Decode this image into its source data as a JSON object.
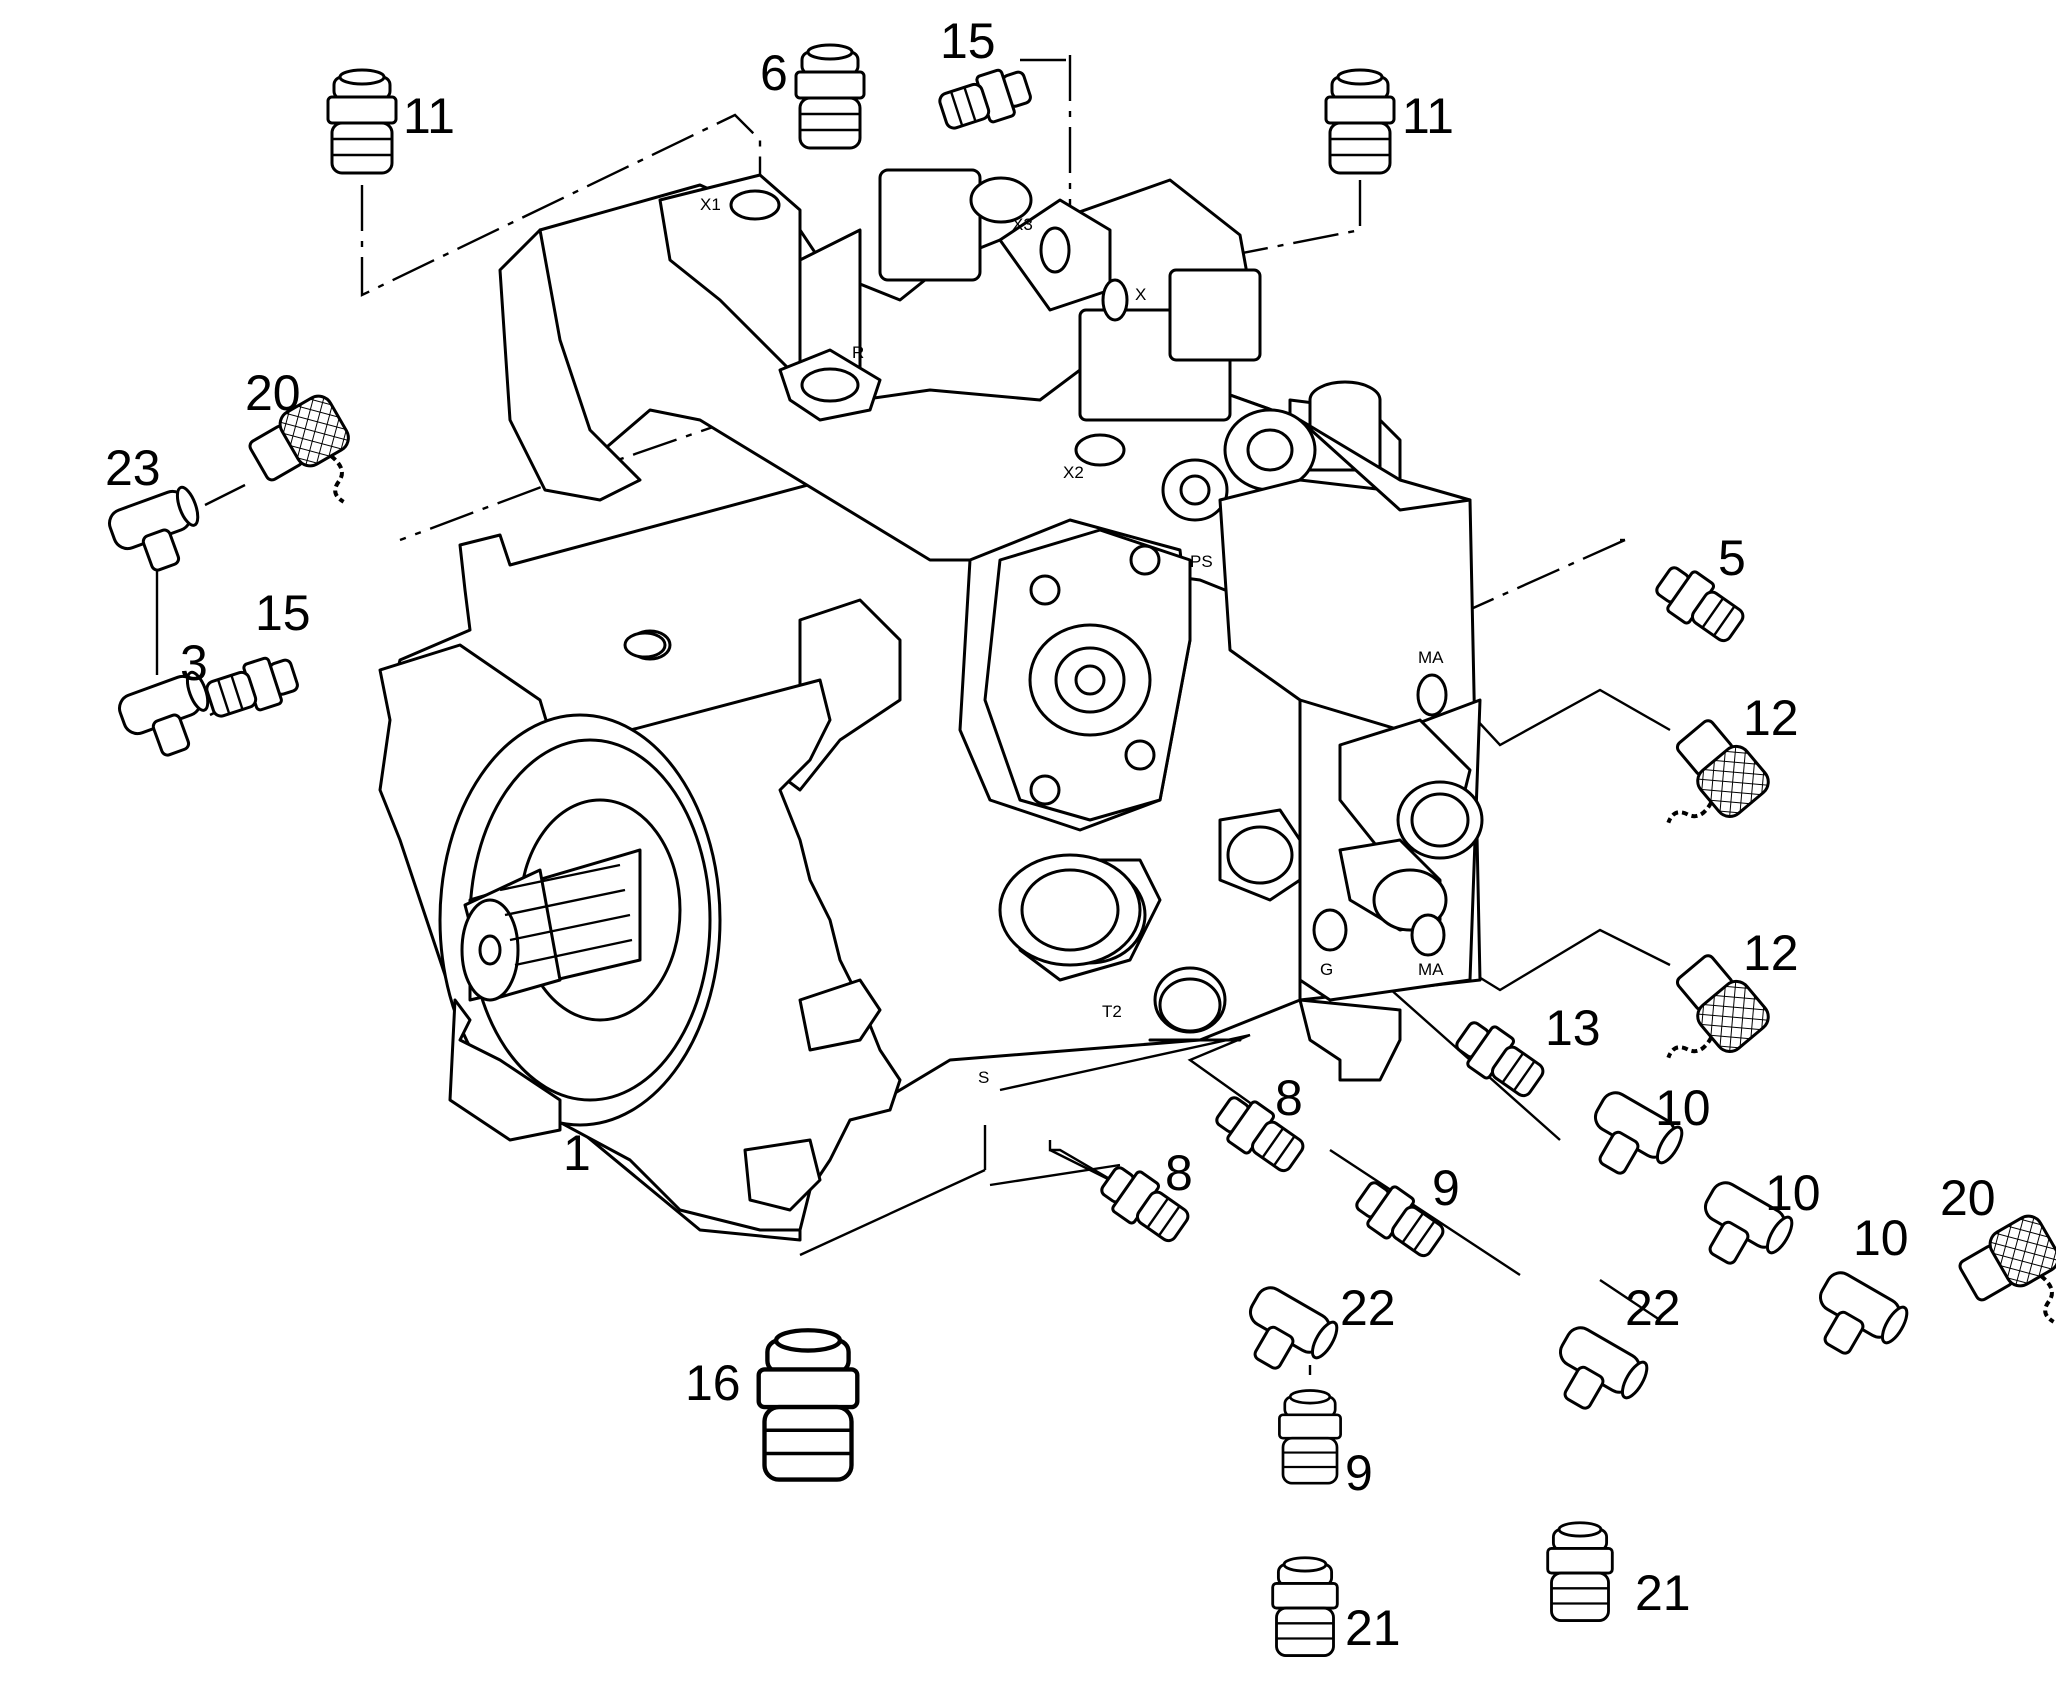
{
  "callouts": [
    {
      "id": "c1",
      "text": "1"
    },
    {
      "id": "c3",
      "text": "3"
    },
    {
      "id": "c5",
      "text": "5"
    },
    {
      "id": "c6",
      "text": "6"
    },
    {
      "id": "c8a",
      "text": "8"
    },
    {
      "id": "c8b",
      "text": "8"
    },
    {
      "id": "c9a",
      "text": "9"
    },
    {
      "id": "c9b",
      "text": "9"
    },
    {
      "id": "c10a",
      "text": "10"
    },
    {
      "id": "c10b",
      "text": "10"
    },
    {
      "id": "c10c",
      "text": "10"
    },
    {
      "id": "c11a",
      "text": "11"
    },
    {
      "id": "c11b",
      "text": "11"
    },
    {
      "id": "c12a",
      "text": "12"
    },
    {
      "id": "c12b",
      "text": "12"
    },
    {
      "id": "c13",
      "text": "13"
    },
    {
      "id": "c15a",
      "text": "15"
    },
    {
      "id": "c15b",
      "text": "15"
    },
    {
      "id": "c16",
      "text": "16"
    },
    {
      "id": "c20a",
      "text": "20"
    },
    {
      "id": "c20b",
      "text": "20"
    },
    {
      "id": "c21a",
      "text": "21"
    },
    {
      "id": "c21b",
      "text": "21"
    },
    {
      "id": "c22a",
      "text": "22"
    },
    {
      "id": "c22b",
      "text": "22"
    },
    {
      "id": "c23",
      "text": "23"
    }
  ],
  "ports": [
    {
      "id": "X1",
      "text": "X1"
    },
    {
      "id": "X3",
      "text": "X3"
    },
    {
      "id": "X",
      "text": "X"
    },
    {
      "id": "R",
      "text": "R"
    },
    {
      "id": "X2",
      "text": "X2"
    },
    {
      "id": "PS",
      "text": "PS"
    },
    {
      "id": "MA1",
      "text": "MA"
    },
    {
      "id": "MA2",
      "text": "MA"
    },
    {
      "id": "G",
      "text": "G"
    },
    {
      "id": "T2",
      "text": "T2"
    },
    {
      "id": "S",
      "text": "S"
    }
  ]
}
